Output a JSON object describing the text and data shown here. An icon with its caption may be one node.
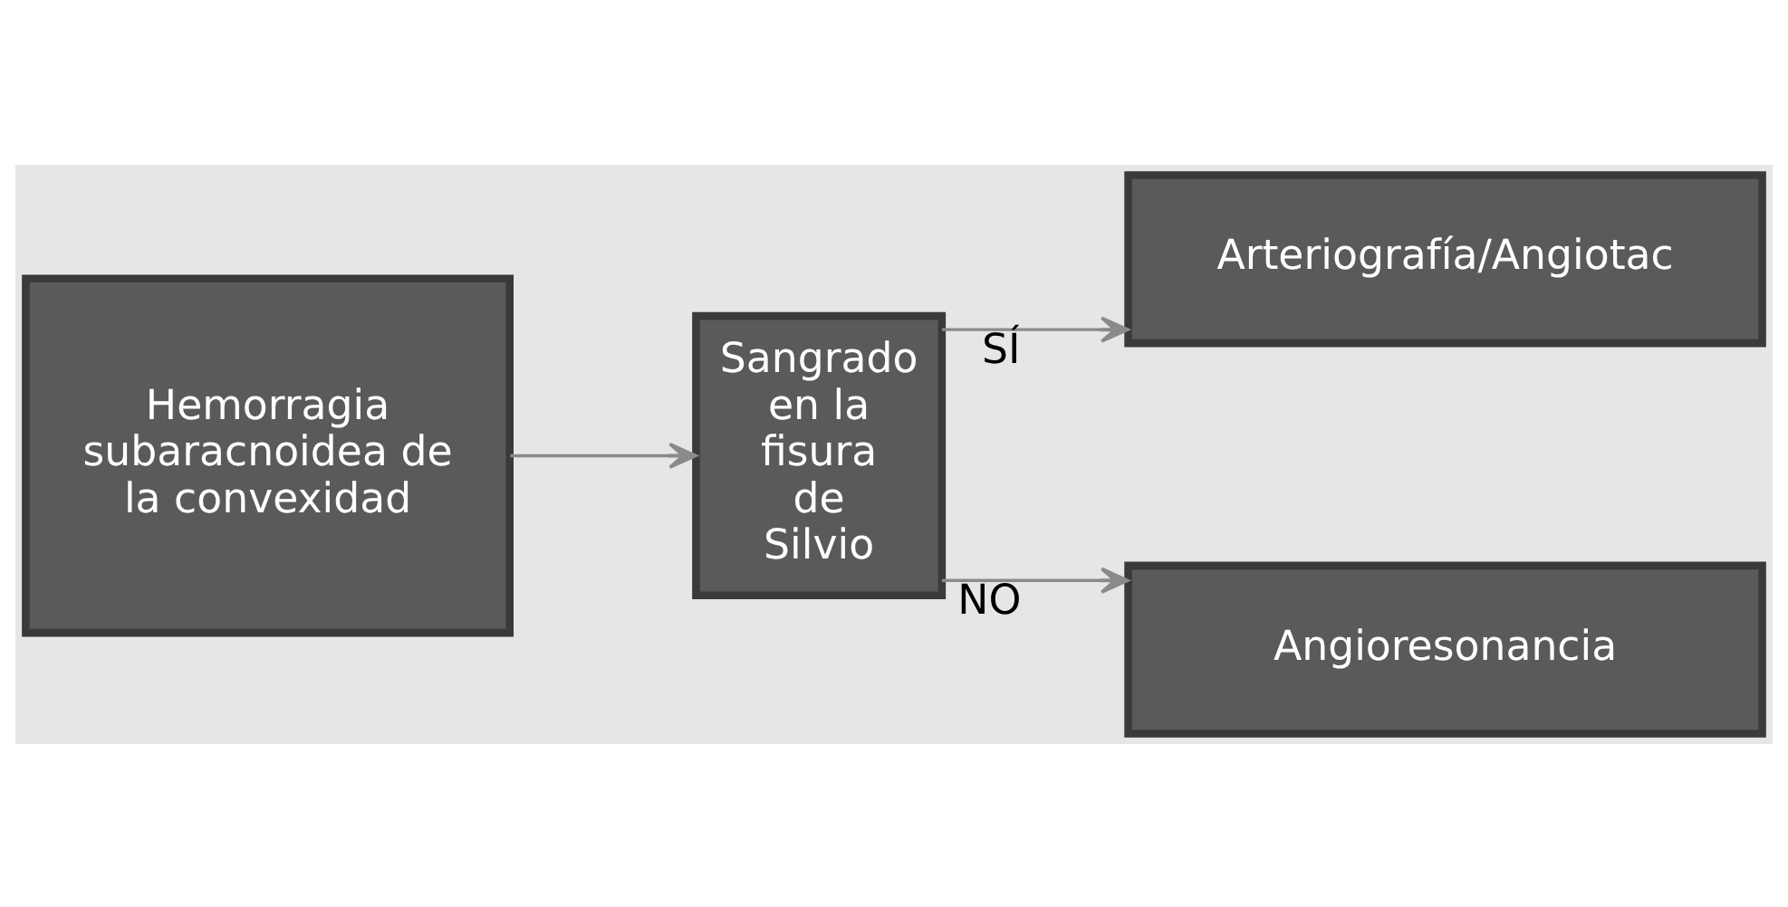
{
  "diagram": {
    "nodes": [
      {
        "text": [
          "Hemorragia subaracnoidea de la convexidad"
        ]
      },
      {
        "text": [
          "Sangrado en la fisura de Silvio"
        ]
      },
      {
        "text": [
          "Arteriografía/Angiotac"
        ]
      },
      {
        "text": [
          "Angioresonancia"
        ]
      }
    ],
    "edges": [
      {
        "from": 0,
        "to": 1,
        "arrow": "to"
      },
      {
        "from": 1,
        "to": 2,
        "arrow": "to",
        "label": "SÍ"
      },
      {
        "from": 1,
        "to": 3,
        "arrow": "to",
        "label": "NO"
      }
    ]
  }
}
